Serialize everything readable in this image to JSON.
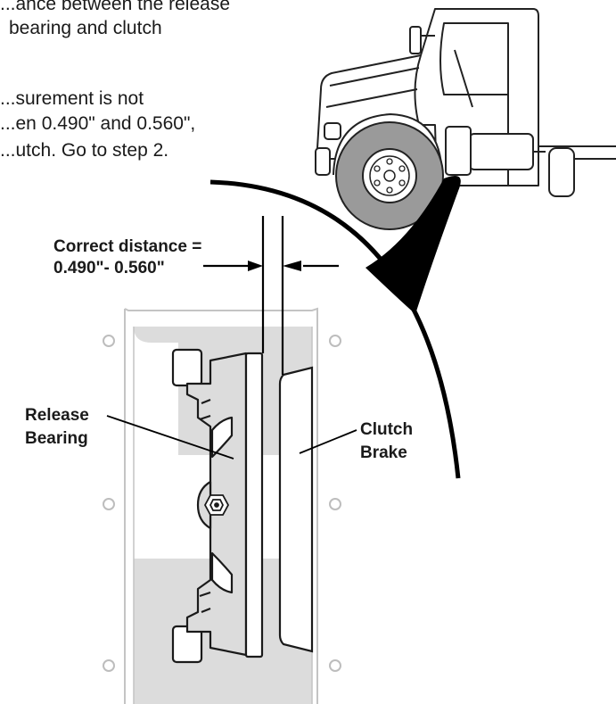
{
  "instructions": {
    "line1": "...ance between the release",
    "line2": "bearing and clutch",
    "line3": "...surement is not",
    "line4": "...en 0.490\" and 0.560\",",
    "line5": "...utch. Go to step 2."
  },
  "dimension": {
    "line1": "Correct distance =",
    "line2": "0.490\"- 0.560\""
  },
  "labels": {
    "release_line1": "Release",
    "release_line2": "Bearing",
    "clutch_line1": "Clutch",
    "clutch_line2": "Brake"
  },
  "colors": {
    "line": "#222222",
    "housing_fill": "#dcdcdc",
    "housing_outline": "#c4c4c4",
    "tire": "#9a9a9a",
    "white": "#ffffff",
    "black": "#000000"
  }
}
